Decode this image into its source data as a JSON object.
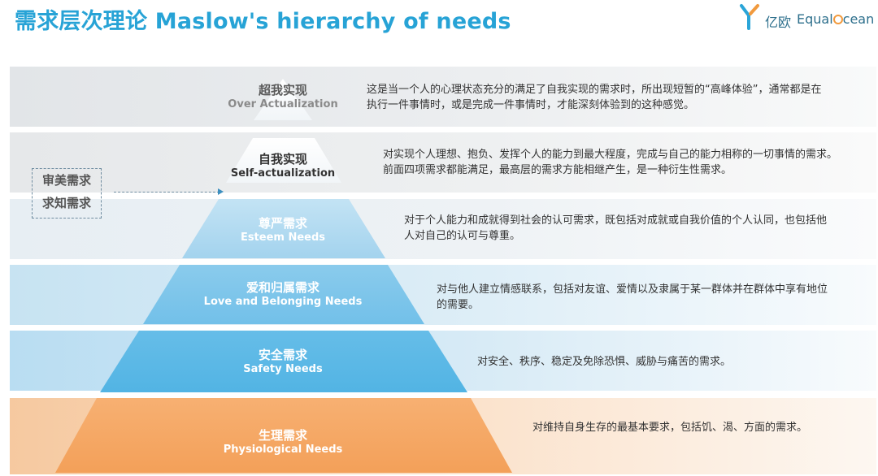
{
  "header": {
    "title": "需求层次理论 Maslow's hierarchy of needs",
    "logo_cn": "亿欧",
    "logo_en_prefix": "Equal",
    "logo_en_suffix": "cean"
  },
  "side_note": {
    "line1": "审美需求",
    "line2": "求知需求"
  },
  "levels": [
    {
      "zh": "超我实现",
      "en": "Over Actualization",
      "desc_line1": "这是当一个人的心理状态充分的满足了自我实现的需求时，所出现短暂的“高峰体验”，通常都是在",
      "desc_line2": "执行一件事情时，或是完成一件事情时，才能深刻体验到的这种感觉。"
    },
    {
      "zh": "自我实现",
      "en": "Self-actualization",
      "desc_line1": "对实现个人理想、抱负、发挥个人的能力到最大程度，完成与自己的能力相称的一切事情的需求。",
      "desc_line2": "前面四项需求都能满足，最高层的需求方能相继产生，是一种衍生性需求。"
    },
    {
      "zh": "尊严需求",
      "en": "Esteem Needs",
      "desc_line1": "对于个人能力和成就得到社会的认可需求，既包括对成就或自我价值的个人认同，也包括他",
      "desc_line2": "人对自己的认可与尊重。"
    },
    {
      "zh": "爱和归属需求",
      "en": "Love and Belonging Needs",
      "desc_line1": "对与他人建立情感联系，包括对友谊、爱情以及隶属于某一群体并在群体中享有地位",
      "desc_line2": "的需要。"
    },
    {
      "zh": "安全需求",
      "en": "Safety Needs",
      "desc_line1": "对安全、秩序、稳定及免除恐惧、威胁与痛苦的需求。",
      "desc_line2": ""
    },
    {
      "zh": "生理需求",
      "en": "Physiological Needs",
      "desc_line1": "对维持自身生存的最基本要求，包括饥、渴、方面的需求。",
      "desc_line2": ""
    }
  ],
  "colors": {
    "title": "#27a3d6",
    "tier_top": "#ffffff",
    "tier_esteem": "#a9d6ef",
    "tier_love": "#7cc4ea",
    "tier_safety": "#5ab8e6",
    "tier_physiological": "#f5a763"
  }
}
